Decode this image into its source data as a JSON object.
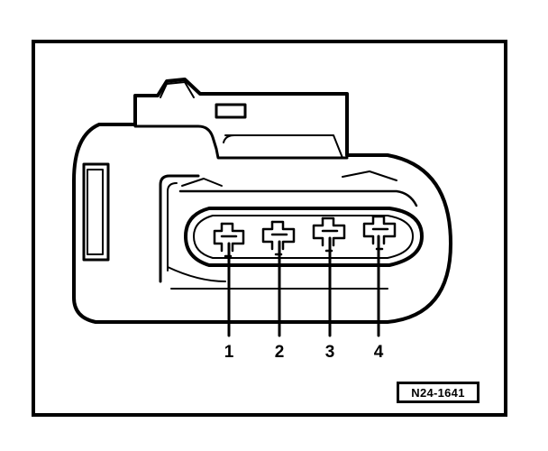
{
  "figure": {
    "reference_code": "N24-1641"
  },
  "connector": {
    "pins": [
      {
        "label": "1"
      },
      {
        "label": "2"
      },
      {
        "label": "3"
      },
      {
        "label": "4"
      }
    ]
  },
  "colors": {
    "line": "#000000",
    "background": "#ffffff"
  }
}
